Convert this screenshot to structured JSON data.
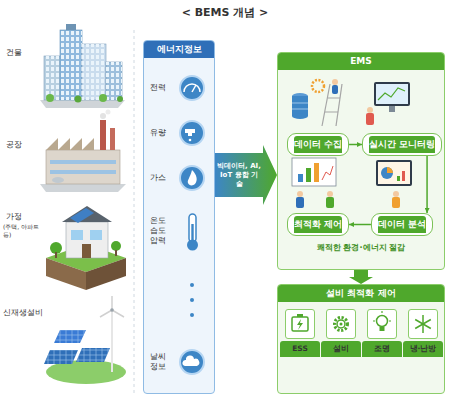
{
  "diagram": {
    "title": "< BEMS 개념 >",
    "nodes": [
      {
        "text": [
          "에너지정보"
        ]
      },
      {
        "text": [
          "EMS"
        ]
      },
      {
        "text": [
          "데이터 수집"
        ],
        "in": 1
      },
      {
        "text": [
          "실시간 모니터링"
        ],
        "in": 1
      },
      {
        "text": [
          "최적화 제어"
        ],
        "in": 1
      },
      {
        "text": [
          "데이터 분석"
        ],
        "in": 1
      },
      {
        "text": [
          "설비 최적화 제어"
        ]
      },
      {
        "text": [
          "ESS"
        ],
        "in": 6
      },
      {
        "text": [
          "설비"
        ],
        "in": 6
      },
      {
        "text": [
          "조명"
        ],
        "in": 6
      },
      {
        "text": [
          "냉·난방"
        ],
        "in": 6
      }
    ],
    "edges": [
      {
        "from": 0,
        "to": 1,
        "arrow": "to",
        "label": "빅데이터, AI, IoT 융합 기술"
      },
      {
        "from": 1,
        "to": 6,
        "arrow": "to"
      },
      {
        "from": 2,
        "to": 3,
        "arrow": "to"
      },
      {
        "from": 3,
        "to": 5,
        "arrow": "to"
      },
      {
        "from": 5,
        "to": 4,
        "arrow": "to"
      }
    ],
    "labels": [
      "건물",
      "공장",
      "가정",
      "(주택, 아파트 등)",
      "신재생설비",
      "전력",
      "유량",
      "가스",
      "온도 습도 압력",
      "날씨 정보",
      "쾌적한 환경·에너지 절감"
    ]
  }
}
